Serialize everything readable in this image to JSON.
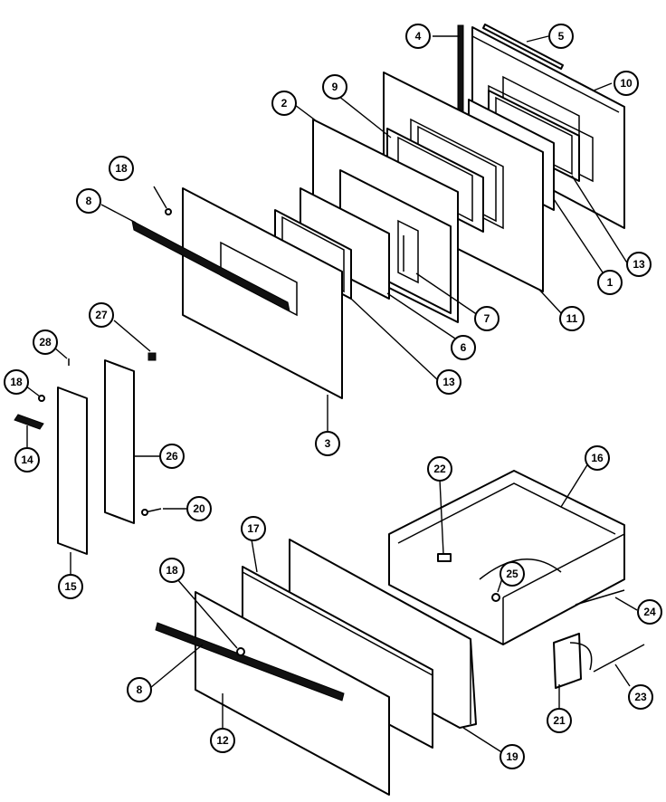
{
  "callouts": [
    {
      "id": "c4",
      "label": "4"
    },
    {
      "id": "c5",
      "label": "5"
    },
    {
      "id": "c10",
      "label": "10"
    },
    {
      "id": "c9",
      "label": "9"
    },
    {
      "id": "c2",
      "label": "2"
    },
    {
      "id": "c18a",
      "label": "18"
    },
    {
      "id": "c8a",
      "label": "8"
    },
    {
      "id": "c13a",
      "label": "13"
    },
    {
      "id": "c1",
      "label": "1"
    },
    {
      "id": "c7",
      "label": "7"
    },
    {
      "id": "c11",
      "label": "11"
    },
    {
      "id": "c6",
      "label": "6"
    },
    {
      "id": "c13b",
      "label": "13"
    },
    {
      "id": "c27",
      "label": "27"
    },
    {
      "id": "c28",
      "label": "28"
    },
    {
      "id": "c18b",
      "label": "18"
    },
    {
      "id": "c14",
      "label": "14"
    },
    {
      "id": "c3",
      "label": "3"
    },
    {
      "id": "c26",
      "label": "26"
    },
    {
      "id": "c20",
      "label": "20"
    },
    {
      "id": "c15",
      "label": "15"
    },
    {
      "id": "c22",
      "label": "22"
    },
    {
      "id": "c16",
      "label": "16"
    },
    {
      "id": "c17",
      "label": "17"
    },
    {
      "id": "c18c",
      "label": "18"
    },
    {
      "id": "c25",
      "label": "25"
    },
    {
      "id": "c24",
      "label": "24"
    },
    {
      "id": "c8b",
      "label": "8"
    },
    {
      "id": "c12",
      "label": "12"
    },
    {
      "id": "c21",
      "label": "21"
    },
    {
      "id": "c23",
      "label": "23"
    },
    {
      "id": "c19",
      "label": "19"
    }
  ]
}
